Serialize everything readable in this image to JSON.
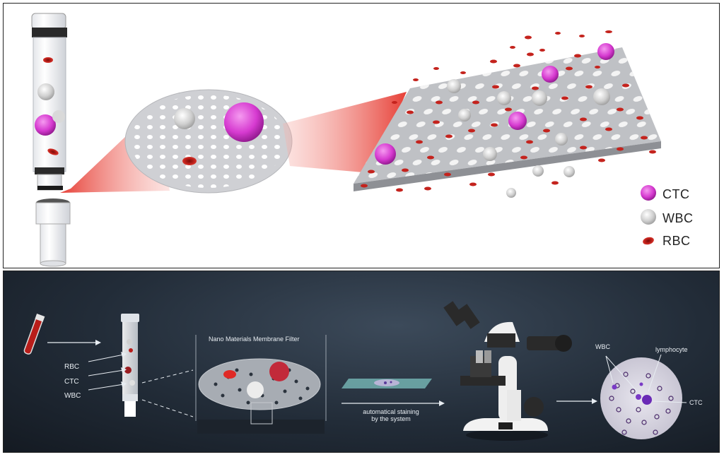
{
  "legend": {
    "items": [
      {
        "label": "CTC",
        "color": "#d63ad0"
      },
      {
        "label": "WBC",
        "color": "#c6c6c6"
      },
      {
        "label": "RBC",
        "color": "#b41f1a"
      }
    ]
  },
  "workflow": {
    "tube_labels": [
      "RBC",
      "CTC",
      "WBC"
    ],
    "filter_title": "Nano Materials Membrane Filter",
    "staining_caption_line1": "automatical staining",
    "staining_caption_line2": "by the system",
    "micro_labels": {
      "wbc": "WBC",
      "lymphocyte": "lymphocyte",
      "ctc": "CTC"
    }
  },
  "colors": {
    "ctc": "#d63ad0",
    "wbc": "#c6c6c6",
    "rbc": "#b41f1a",
    "glow": "#e0302a",
    "membrane": "#cfd0d4",
    "dark_bg": "#222c38"
  }
}
